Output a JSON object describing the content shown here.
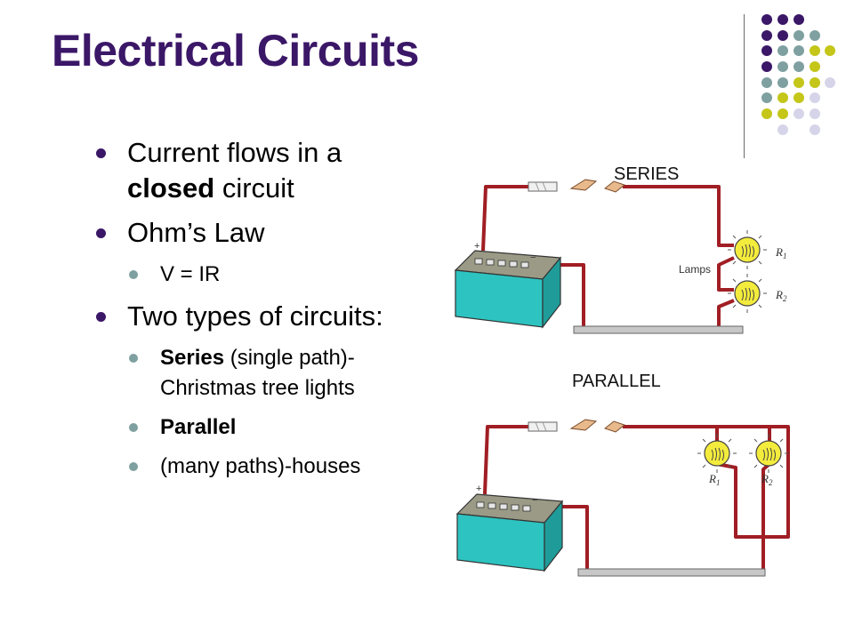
{
  "slide": {
    "title": "Electrical Circuits",
    "bullets": [
      {
        "pre": "Current flows in a ",
        "bold": "closed",
        "post": " circuit"
      },
      {
        "text": "Ohm’s Law"
      },
      {
        "text": "V = IR"
      },
      {
        "text": "Two types of circuits:"
      },
      {
        "bold": "Series",
        "post": " (single path)-Christmas tree lights"
      },
      {
        "bold": "Parallel"
      },
      {
        "text": "(many paths)-houses"
      }
    ]
  },
  "diagrams": {
    "series_label": "SERIES",
    "parallel_label": "PARALLEL",
    "lamps_label": "Lamps",
    "r1": "R",
    "r1_sub": "1",
    "r2": "R",
    "r2_sub": "2",
    "plus": "+",
    "minus": "−"
  },
  "colors": {
    "title": "#3b1767",
    "purple_dot": "#3b1767",
    "teal_dot": "#7fa0a0",
    "lime_dot": "#c4c619",
    "lavender_dot": "#d6d4e8",
    "wire": "#a01e24",
    "battery": "#2cc3c0",
    "bulb": "#f4ec3c"
  }
}
